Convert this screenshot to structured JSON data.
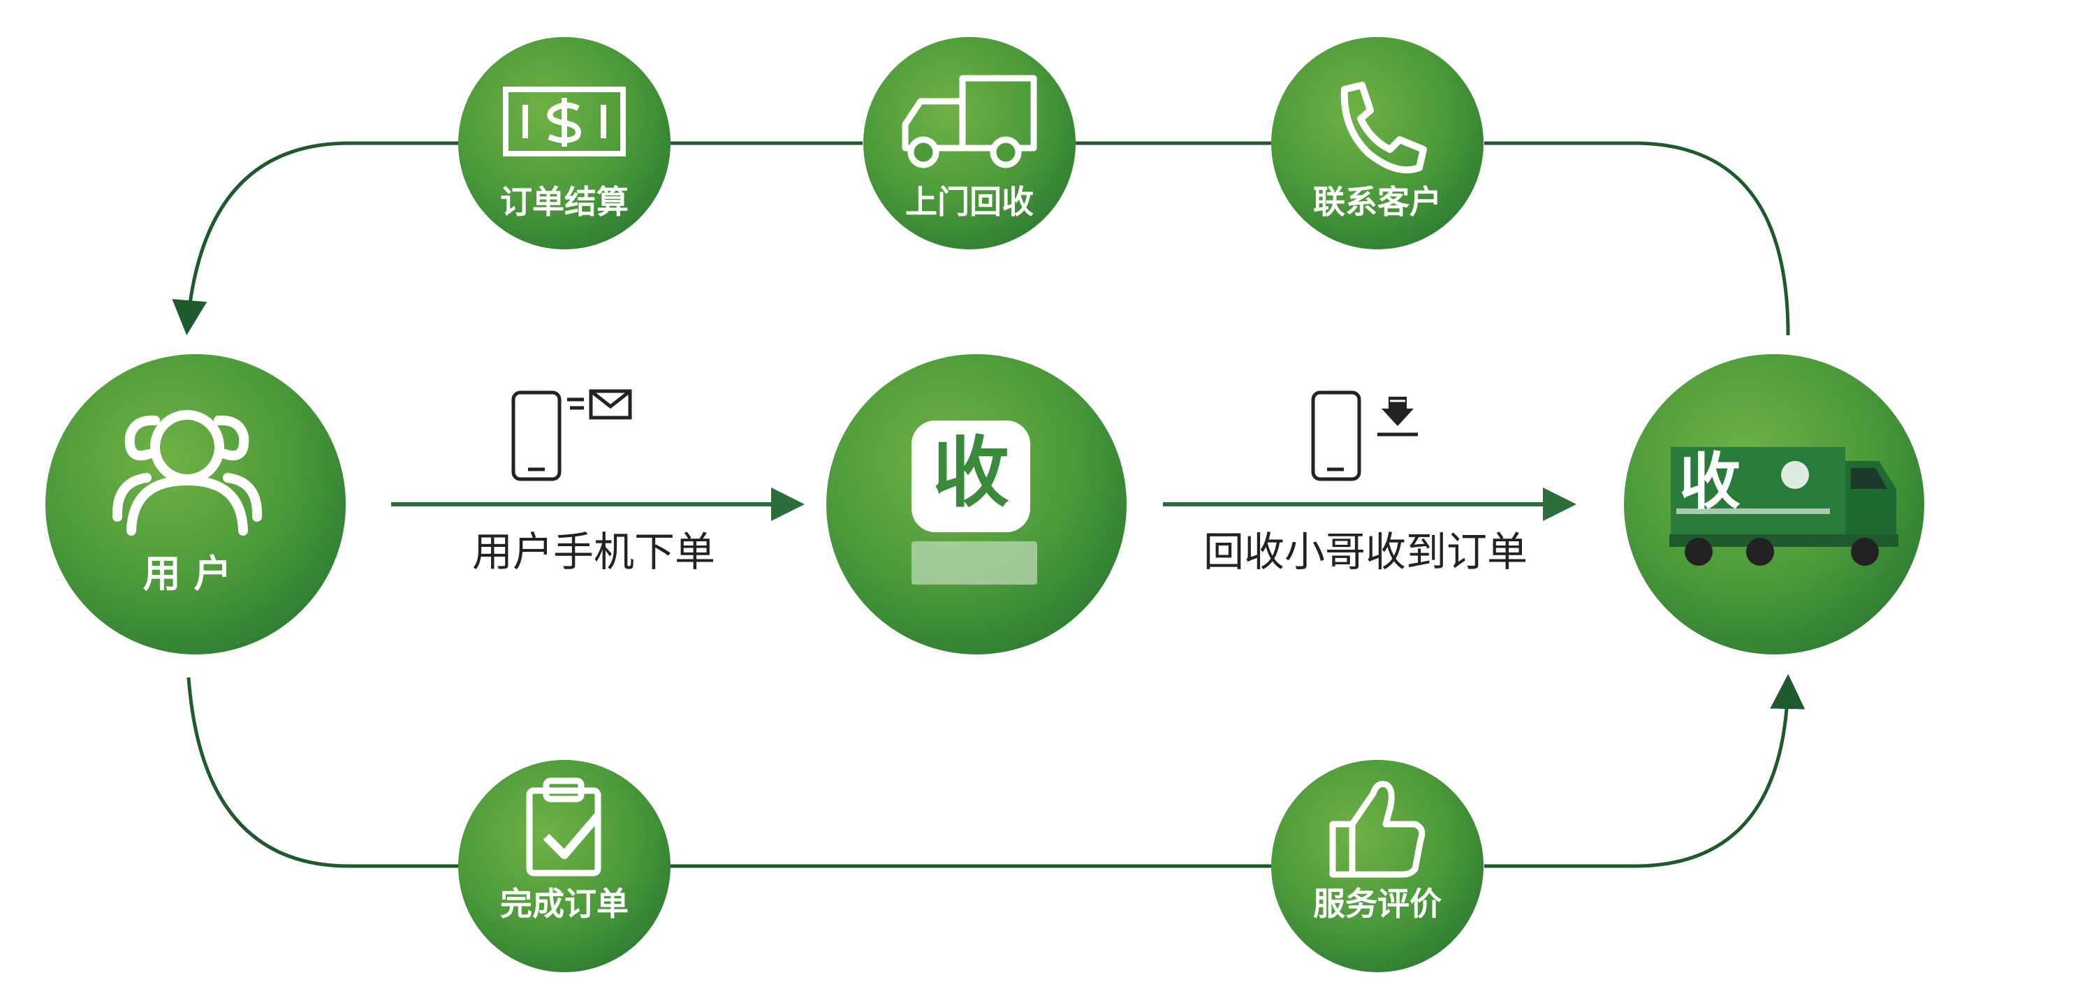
{
  "diagram": {
    "user_label": "用 户",
    "top_nodes": [
      "订单结算",
      "上门回收",
      "联系客户"
    ],
    "bottom_nodes": [
      "完成订单",
      "服务评价"
    ],
    "arrow_left_label": "用户手机下单",
    "arrow_right_label": "回收小哥收到订单",
    "app_logo_char": "收",
    "truck_logo_char": "收",
    "icons": {
      "user": "users-group-icon",
      "settle": "dollar-bill-icon",
      "pickup": "delivery-truck-icon",
      "contact": "phone-icon",
      "complete": "clipboard-check-icon",
      "review": "thumbs-up-icon",
      "send": "phone-send-message-icon",
      "receive": "phone-download-icon"
    },
    "colors": {
      "circle_light": "#6cab45",
      "circle_dark": "#2f7d32",
      "loop_line": "#1f5a2e",
      "arrow": "#2b6e3c",
      "text_dark": "#222222"
    }
  }
}
